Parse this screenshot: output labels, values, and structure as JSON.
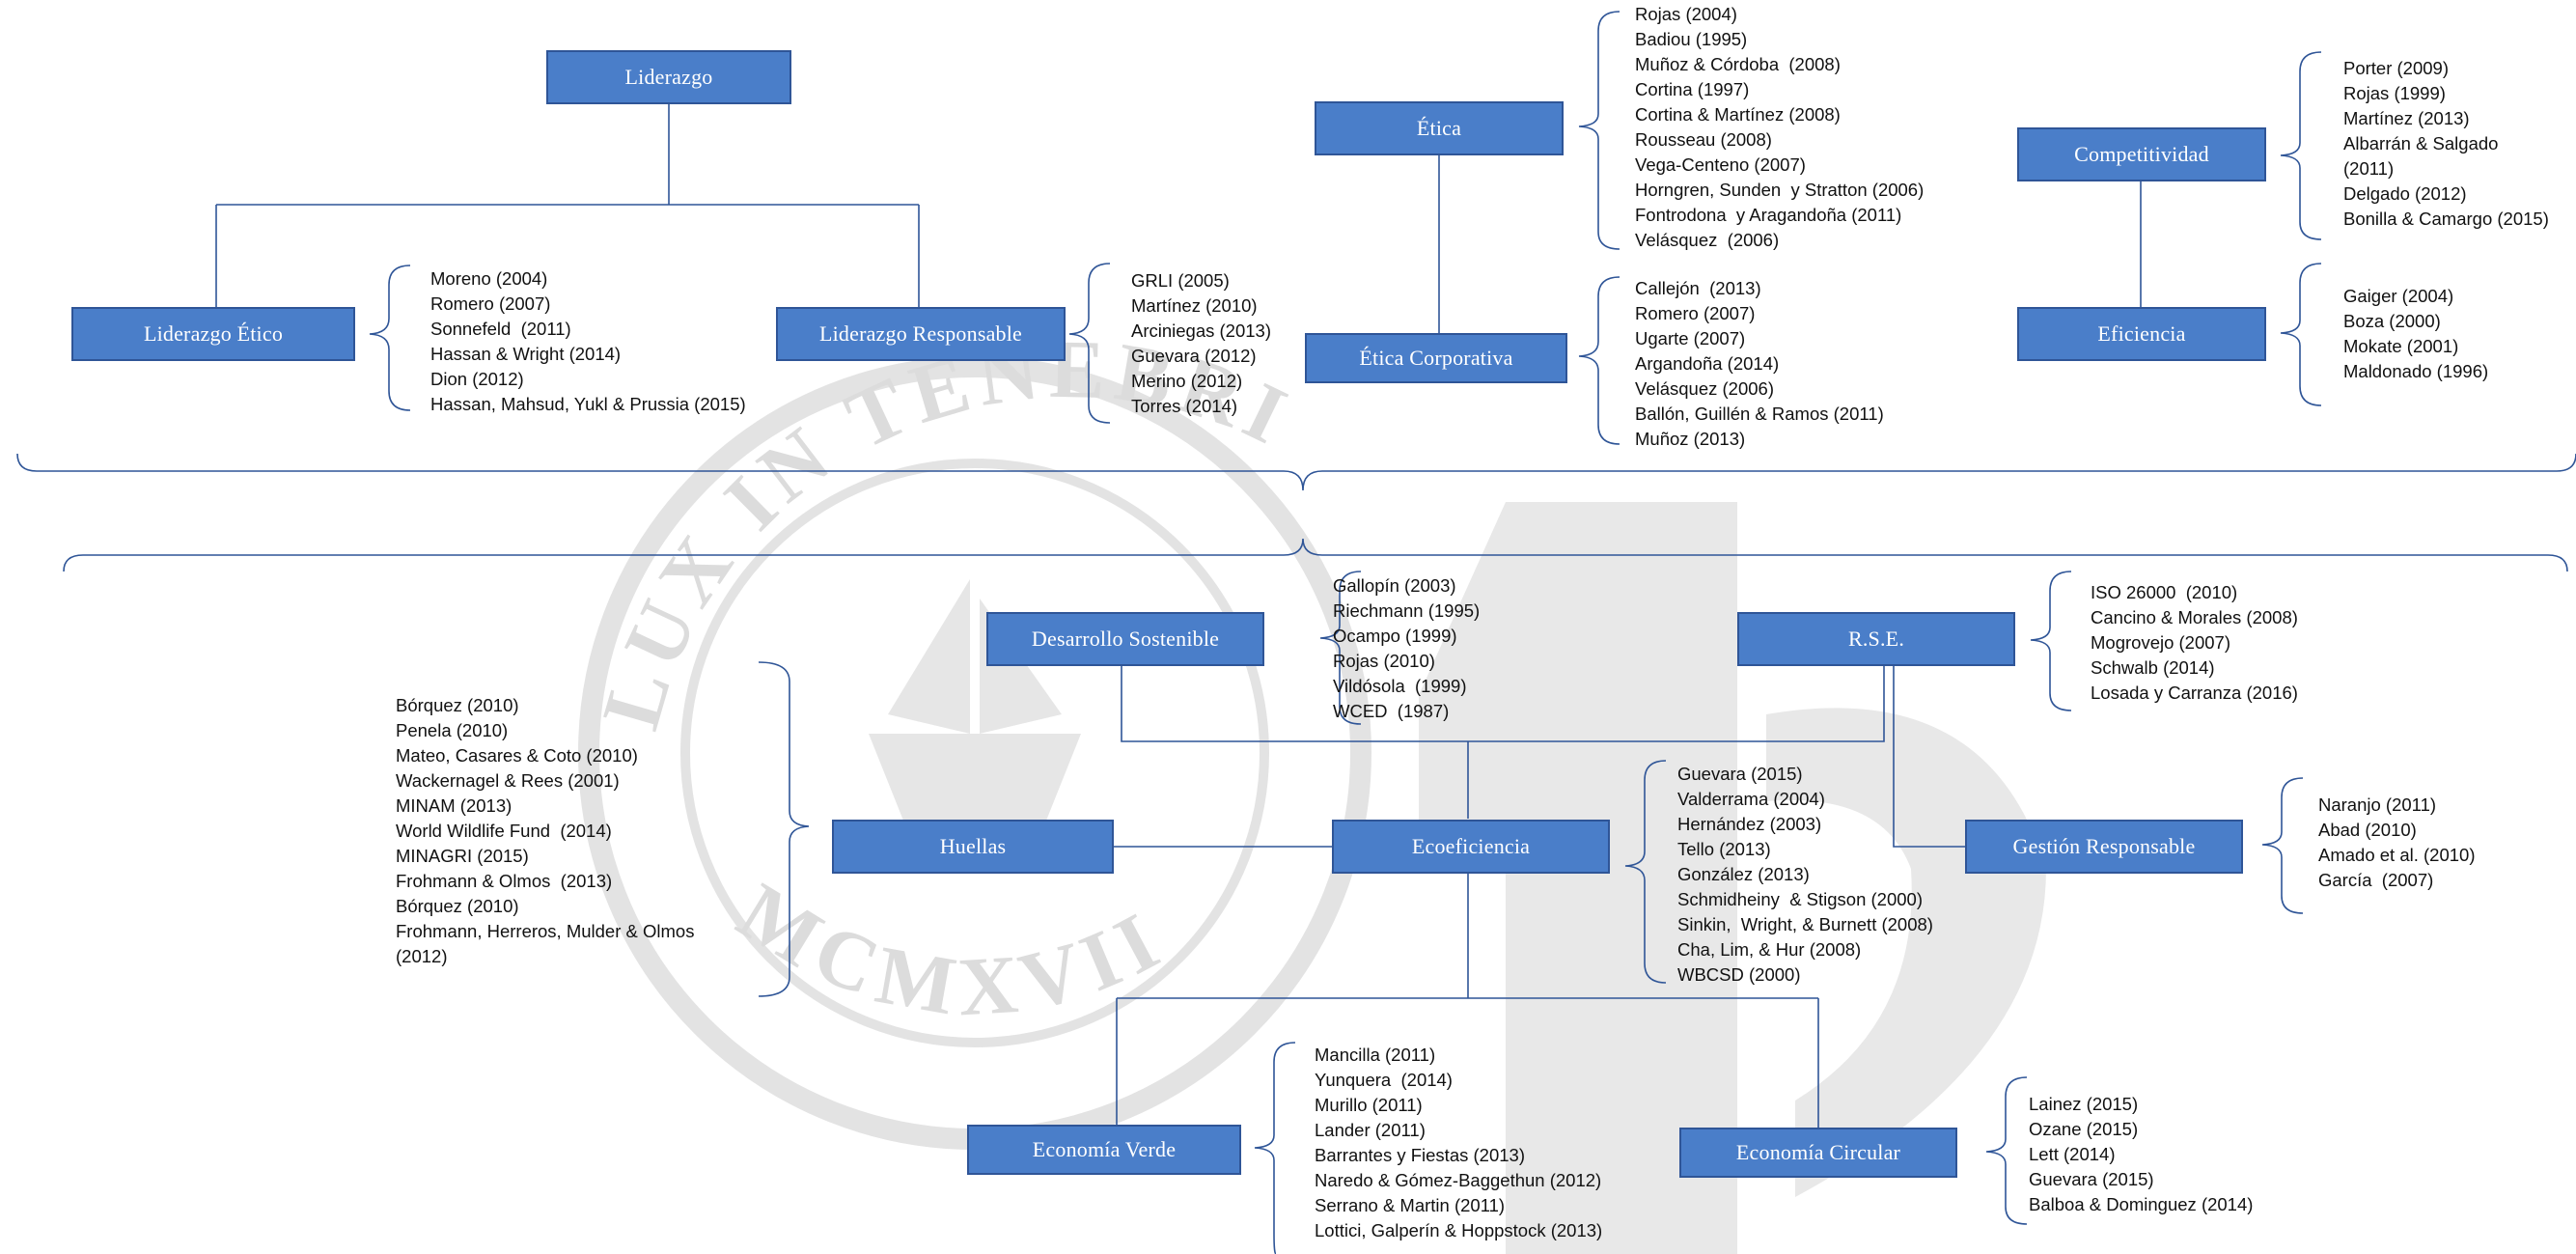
{
  "colors": {
    "box_fill": "#4a7ec9",
    "box_border": "#2f5597",
    "connector": "#2f5597",
    "text": "#111111",
    "watermark": "#d9d9d9"
  },
  "watermark": {
    "arc_text": "LUX IN TENEBRIS LUCET",
    "year_text": "MCMXVII"
  },
  "nodes": {
    "liderazgo": "Liderazgo",
    "liderazgo_etico": "Liderazgo  Ético",
    "liderazgo_responsable": "Liderazgo  Responsable",
    "etica": "Ética",
    "etica_corporativa": "Ética  Corporativa",
    "competitividad": "Competitividad",
    "eficiencia": "Eficiencia",
    "desarrollo_sostenible": "Desarrollo  Sostenible",
    "rse": "R.S.E.",
    "huellas": "Huellas",
    "ecoeficiencia": "Ecoeficiencia",
    "gestion_responsable": "Gestión  Responsable",
    "economia_verde": "Economía  Verde",
    "economia_circular": "Economía  Circular"
  },
  "references": {
    "liderazgo_etico": [
      "Moreno (2004)",
      "Romero (2007)",
      "Sonnefeld  (2011)",
      "Hassan & Wright (2014)",
      "Dion (2012)",
      "Hassan, Mahsud, Yukl & Prussia (2015)"
    ],
    "liderazgo_responsable": [
      "GRLI (2005)",
      "Martínez (2010)",
      "Arciniegas (2013)",
      "Guevara (2012)",
      "Merino (2012)",
      "Torres (2014)"
    ],
    "etica": [
      "Rojas (2004)",
      "Badiou (1995)",
      "Muñoz & Córdoba  (2008)",
      "Cortina (1997)",
      "Cortina & Martínez (2008)",
      "Rousseau (2008)",
      "Vega-Centeno (2007)",
      "Horngren, Sunden  y Stratton (2006)",
      "Fontrodona  y Aragandoña (2011)",
      "Velásquez  (2006)"
    ],
    "etica_corporativa": [
      "Callejón  (2013)",
      "Romero (2007)",
      "Ugarte (2007)",
      "Argandoña (2014)",
      "Velásquez (2006)",
      "Ballón, Guillén & Ramos (2011)",
      "Muñoz (2013)"
    ],
    "competitividad": [
      "Porter (2009)",
      "Rojas (1999)",
      "Martínez (2013)",
      "Albarrán & Salgado",
      "(2011)",
      "Delgado (2012)",
      "Bonilla & Camargo (2015)"
    ],
    "eficiencia": [
      "Gaiger (2004)",
      "Boza (2000)",
      "Mokate (2001)",
      "Maldonado (1996)"
    ],
    "desarrollo_sostenible": [
      "Gallopín (2003)",
      "Riechmann (1995)",
      "Ocampo (1999)",
      "Rojas (2010)",
      "Vildósola  (1999)",
      "WCED  (1987)"
    ],
    "rse": [
      "ISO 26000  (2010)",
      "Cancino & Morales (2008)",
      "Mogrovejo (2007)",
      "Schwalb (2014)",
      "Losada y Carranza (2016)"
    ],
    "huellas": [
      "Bórquez (2010)",
      "Penela (2010)",
      "Mateo, Casares & Coto (2010)",
      "Wackernagel & Rees (2001)",
      "MINAM (2013)",
      "World Wildlife Fund  (2014)",
      "MINAGRI (2015)",
      "Frohmann & Olmos  (2013)",
      "Bórquez (2010)",
      "Frohmann, Herreros, Mulder & Olmos",
      "(2012)"
    ],
    "ecoeficiencia": [
      "Guevara (2015)",
      "Valderrama (2004)",
      "Hernández (2003)",
      "Tello (2013)",
      "González (2013)",
      "Schmidheiny  & Stigson (2000)",
      "Sinkin,  Wright, & Burnett (2008)",
      "Cha, Lim, & Hur (2008)",
      "WBCSD (2000)"
    ],
    "gestion_responsable": [
      "Naranjo (2011)",
      "Abad (2010)",
      "Amado et al. (2010)",
      "García  (2007)"
    ],
    "economia_verde": [
      "Mancilla (2011)",
      "Yunquera  (2014)",
      "Murillo (2011)",
      "Lander (2011)",
      "Barrantes y Fiestas (2013)",
      "Naredo & Gómez-Baggethun (2012)",
      "Serrano & Martin (2011)",
      "Lottici, Galperín & Hoppstock (2013)"
    ],
    "economia_circular": [
      "Lainez (2015)",
      "Ozane (2015)",
      "Lett (2014)",
      "Guevara (2015)",
      "Balboa & Dominguez (2014)"
    ]
  }
}
